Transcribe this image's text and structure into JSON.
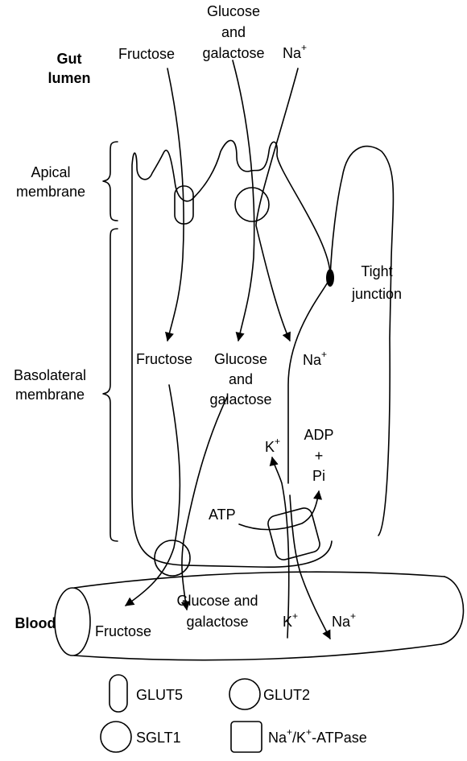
{
  "regions": {
    "gut_lumen": [
      "Gut",
      "lumen"
    ],
    "apical_membrane": [
      "Apical",
      "membrane"
    ],
    "basolateral_membrane": [
      "Basolateral",
      "membrane"
    ],
    "blood": "Blood"
  },
  "lumen_labels": {
    "fructose": "Fructose",
    "glucose_galactose": [
      "Glucose",
      "and",
      "galactose"
    ],
    "sodium": "Na",
    "sodium_sup": "+"
  },
  "cell_labels": {
    "fructose": "Fructose",
    "glucose_galactose": [
      "Glucose",
      "and",
      "galactose"
    ],
    "sodium": "Na",
    "sodium_sup": "+",
    "potassium": "K",
    "potassium_sup": "+",
    "adp": "ADP",
    "plus": "+",
    "pi": "Pi",
    "atp": "ATP",
    "tight_junction": [
      "Tight",
      "junction"
    ]
  },
  "blood_labels": {
    "fructose": "Fructose",
    "glucose_galactose": [
      "Glucose and",
      "galactose"
    ],
    "potassium": "K",
    "potassium_sup": "+",
    "sodium": "Na",
    "sodium_sup": "+"
  },
  "legend": {
    "glut5": "GLUT5",
    "glut2": "GLUT2",
    "sglt1": "SGLT1",
    "pump_na": "Na",
    "pump_na_sup": "+",
    "pump_k": "/K",
    "pump_k_sup": "+",
    "pump_suffix": "-ATPase"
  },
  "colors": {
    "sglt1_fill": "#c4c4c4",
    "pump_fill": "#b5b5b5",
    "line": "#000000"
  }
}
